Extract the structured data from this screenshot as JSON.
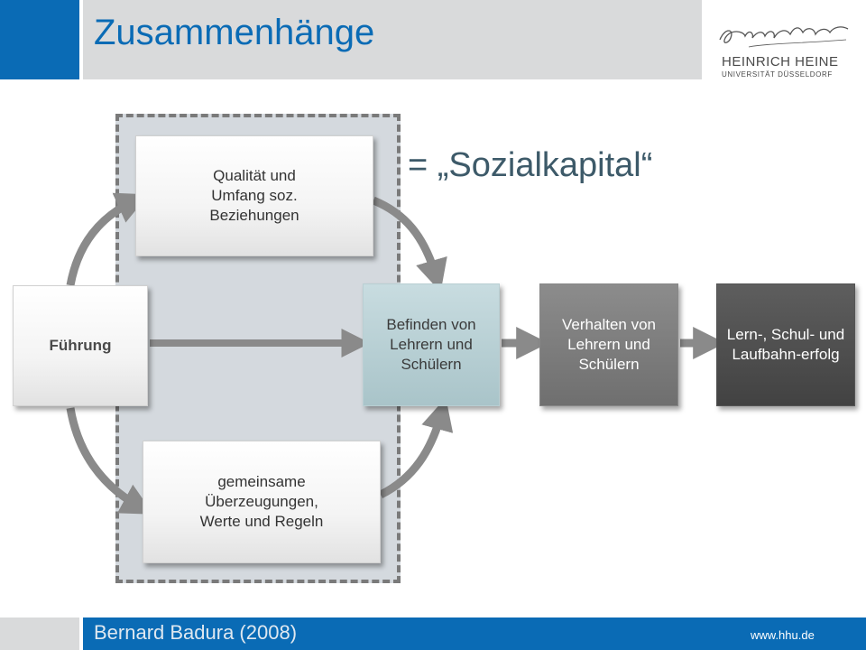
{
  "header": {
    "title": "Zusammenhänge",
    "logo": {
      "line1": "HEINRICH HEINE",
      "line2": "UNIVERSITÄT DÜSSELDORF",
      "signature": "Heinrich Heine"
    }
  },
  "diagram": {
    "equation_label": "= „Sozialkapital“",
    "nodes": {
      "fuehrung": "Führung",
      "quality": "Qualität und Umfang soz. Beziehungen",
      "beliefs": "gemeinsame Überzeugungen, Werte und Regeln",
      "befinden": "Befinden von Lehrern und Schülern",
      "verhalten": "Verhalten von Lehrern und Schülern",
      "erfolg": "Lern-, Schul- und Laufbahn-erfolg"
    },
    "colors": {
      "brand_blue": "#0a6bb5",
      "region_fill": "#d4d9de",
      "arrow": "#8a8a8a",
      "teal_box": "#b4cdd2",
      "dark_box": "#4d4d4d"
    }
  },
  "footer": {
    "author": "Bernard Badura (2008)",
    "url": "www.hhu.de"
  }
}
